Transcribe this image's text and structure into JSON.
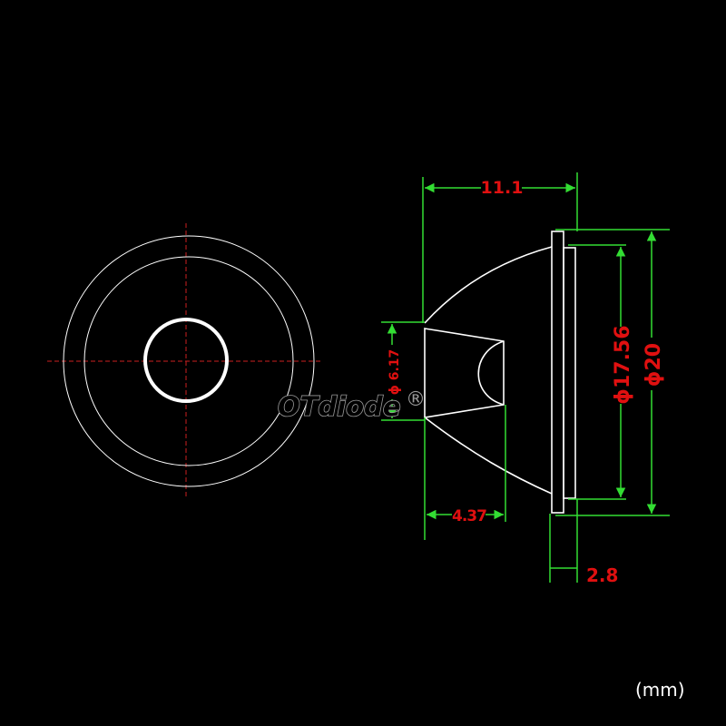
{
  "brand": {
    "name": "OTdiode",
    "mark": "®"
  },
  "dimensions": {
    "length": "11.1",
    "inner_diameter": "ϕ 6.17",
    "outer_diameter": "ϕ20",
    "rim_diameter": "ϕ17.56",
    "cavity_depth": "4.37",
    "flange_thickness": "2.8"
  },
  "unit": "(mm)",
  "colors": {
    "background": "#000000",
    "outline": "#ffffff",
    "dimension_line": "#33dd33",
    "dimension_text": "#e01010",
    "center_line": "#cc2020"
  }
}
